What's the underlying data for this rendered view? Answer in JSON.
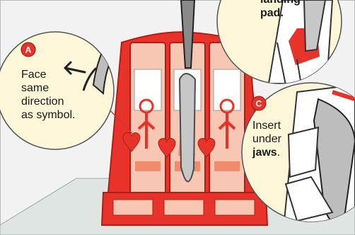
{
  "callout_a": {
    "badge": "A",
    "lines": [
      "Face",
      "same",
      "direction",
      "as symbol."
    ]
  },
  "callout_b": {
    "lines": [
      "landing",
      "pad."
    ]
  },
  "callout_c": {
    "badge": "C",
    "lines": [
      "Insert",
      "under"
    ],
    "emphasis": "jaws",
    "suffix": "."
  },
  "colors": {
    "holder_red": "#e8332a",
    "blade_slot_pink": "#f7c7b3",
    "callout_fill": "#fdf6d8",
    "badge_fill": "#e8332a",
    "wall": "#f2f2f2",
    "floor": "#dfe5e3"
  }
}
